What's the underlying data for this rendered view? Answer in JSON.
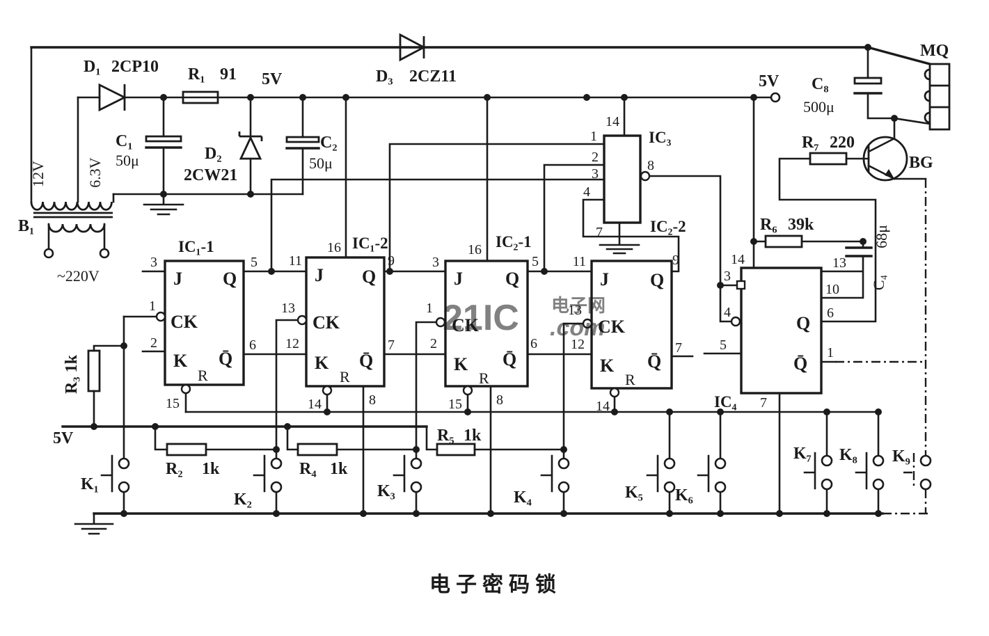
{
  "ink": "#1b1b1b",
  "caption": "电子密码锁",
  "watermark": {
    "brand": "21IC",
    "cn": "电子网",
    "com": ".com",
    "color_pink": "#f0a3ae",
    "color_purple": "#a69ddd"
  },
  "power": {
    "b1": "B₁",
    "v220": "~220V",
    "v12": "12V",
    "v63": "6.3V",
    "d1": "D₁",
    "d1_type": "2CP10",
    "c1": "C₁",
    "c1_val": "50μ",
    "r1": "R₁",
    "r1_val": "91",
    "d2": "D₂",
    "d2_type": "2CW21",
    "c2": "C₂",
    "c2_val": "50μ",
    "v5_left": "5V",
    "d3": "D₃",
    "d3_type": "2CZ11",
    "v5_right": "5V",
    "v5_bottom": "5V"
  },
  "ff1": {
    "name": "IC₁-1",
    "j": "J",
    "ck": "CK",
    "k": "K",
    "r": "R",
    "q": "Q",
    "qbar": "Q̄",
    "pins": {
      "j": "3",
      "ck": "1",
      "k": "2",
      "r": "15",
      "q": "5",
      "qbar": "6"
    }
  },
  "ff2": {
    "name": "IC₁-2",
    "j": "J",
    "ck": "CK",
    "k": "K",
    "r": "R",
    "q": "Q",
    "qbar": "Q̄",
    "pins": {
      "vcc": "16",
      "j": "11",
      "ck": "13",
      "k": "12",
      "r": "14",
      "gnd": "8",
      "q": "9",
      "qbar": "7"
    }
  },
  "ff3": {
    "name": "IC₂-1",
    "j": "J",
    "ck": "CK",
    "k": "K",
    "r": "R",
    "q": "Q",
    "qbar": "Q̄",
    "pins": {
      "vcc": "16",
      "j": "3",
      "ck": "1",
      "k": "2",
      "r": "15",
      "gnd": "8",
      "q": "5",
      "qbar": "6"
    }
  },
  "ff4": {
    "name": "IC₂-2",
    "j": "J",
    "ck": "CK",
    "k": "K",
    "r": "R",
    "q": "Q",
    "qbar": "Q̄",
    "pins": {
      "j": "11",
      "ck": "13",
      "k": "12",
      "r": "14",
      "q": "9",
      "qbar": "7"
    }
  },
  "ic3": {
    "name": "IC₃",
    "pins": {
      "vcc": "14",
      "in1": "1",
      "in2": "2",
      "in3": "3",
      "in4": "4",
      "out": "8",
      "gnd": "7"
    }
  },
  "ic4": {
    "name": "IC₄",
    "q": "Q",
    "qbar": "Q̄",
    "r6": "R₆",
    "r6_val": "39k",
    "c4": "C₄",
    "c4_val": "68μ",
    "pins": {
      "vcc": "14",
      "p13": "13",
      "p10": "10",
      "p3": "3",
      "p4": "4",
      "p5": "5",
      "q": "6",
      "qbar": "1",
      "gnd": "7"
    }
  },
  "output": {
    "r7": "R₇",
    "r7_val": "220",
    "bg": "BG",
    "c8": "C₈",
    "c8_val": "500μ",
    "mq": "MQ"
  },
  "keys": {
    "k1": "K₁",
    "k2": "K₂",
    "k3": "K₃",
    "k4": "K₄",
    "k5": "K₅",
    "k6": "K₆",
    "k7": "K₇",
    "k8": "K₈",
    "k9": "K₉"
  },
  "resistors": {
    "r2": "R₂",
    "r2_val": "1k",
    "r3_full": "R₃ 1k",
    "r4": "R₄",
    "r4_val": "1k",
    "r5": "R₅",
    "r5_val": "1k"
  }
}
